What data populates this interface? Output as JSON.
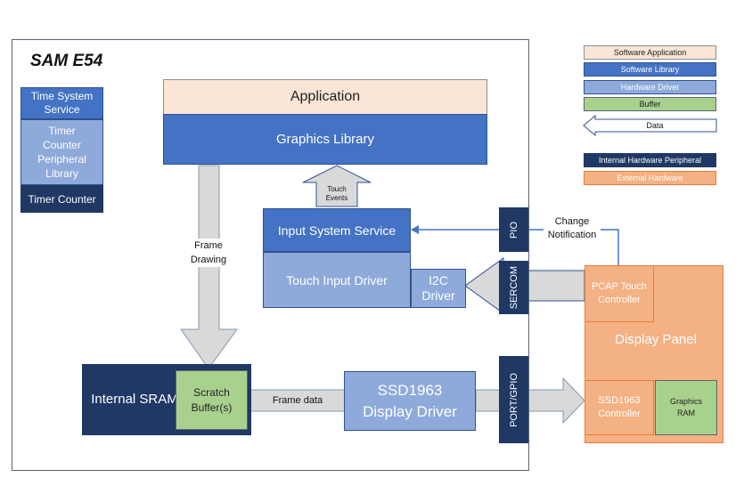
{
  "diagram": {
    "title": "SAM E54",
    "blocks": {
      "application": "Application",
      "graphics_library": "Graphics Library",
      "input_system_service": "Input System Service",
      "touch_input_driver": "Touch Input Driver",
      "i2c_driver": "I2C Driver",
      "time_system_service": "Time System Service",
      "timer_counter_peripheral_library": "Timer Counter Peripheral Library",
      "timer_counter": "Timer Counter",
      "internal_sram": "Internal SRAM",
      "scratch_buffer": "Scratch Buffer(s)",
      "ssd1963_display_driver": "SSD1963 Display Driver",
      "pio": "PIO",
      "sercom": "SERCOM",
      "port_gpio": "PORT/GPIO",
      "pcap_touch_controller": "PCAP Touch Controller",
      "display_panel": "Display Panel",
      "ssd1963_controller": "SSD1963 Controller",
      "graphics_ram": "Graphics RAM"
    },
    "arrow_labels": {
      "touch_events": "Touch Events",
      "frame_drawing": "Frame Drawing",
      "frame_data": "Frame data",
      "change_notification": "Change Notification"
    },
    "legend": [
      {
        "label": "Software Application",
        "style": "sw-app"
      },
      {
        "label": "Software Library",
        "style": "sw-lib"
      },
      {
        "label": "Hardware Driver",
        "style": "hw-drv"
      },
      {
        "label": "Buffer",
        "style": "buffer"
      },
      {
        "label": "Data",
        "style": "data-arrow"
      },
      {
        "label": "Internal Hardware Peripheral",
        "style": "int-hw"
      },
      {
        "label": "External Hardware",
        "style": "ext-hw"
      }
    ],
    "colors": {
      "software_application": "#fbe5d6",
      "software_library": "#4472c4",
      "hardware_driver": "#8eaadb",
      "buffer": "#a9d18e",
      "internal_hardware_peripheral": "#1f3864",
      "external_hardware": "#f4b183",
      "data_arrow": "#d9d9d9"
    }
  }
}
